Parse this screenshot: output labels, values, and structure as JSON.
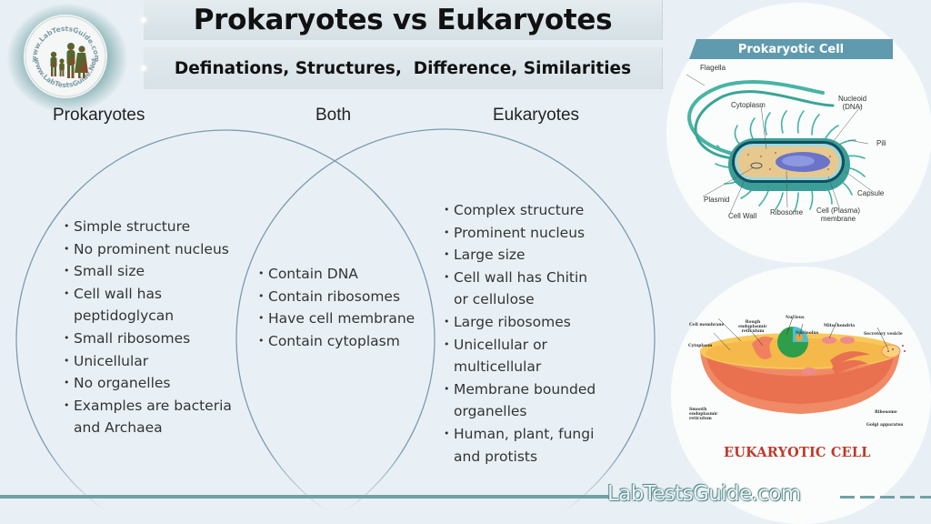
{
  "header": {
    "title": "Prokaryotes vs Eukaryotes",
    "subtitle": "Definations, Structures,  Difference, Similarities"
  },
  "logo": {
    "top_text": "www.LabTestsGuide.com",
    "bottom_text": "www.LabTestsGuide.Net",
    "icon": "family-silhouette-icon"
  },
  "venn": {
    "headings": {
      "left": "Prokaryotes",
      "middle": "Both",
      "right": "Eukaryotes"
    },
    "prokaryotes": [
      [
        "Simple structure"
      ],
      [
        "No prominent nucleus"
      ],
      [
        "Small size"
      ],
      [
        "Cell wall has",
        "peptidoglycan"
      ],
      [
        "Small ribosomes"
      ],
      [
        "Unicellular"
      ],
      [
        "No organelles"
      ],
      [
        "Examples are bacteria",
        "and Archaea"
      ]
    ],
    "both": [
      [
        "Contain DNA"
      ],
      [
        "Contain ribosomes"
      ],
      [
        "Have cell membrane"
      ],
      [
        "Contain cytoplasm"
      ]
    ],
    "eukaryotes": [
      [
        "Complex structure"
      ],
      [
        "Prominent nucleus"
      ],
      [
        "Large size"
      ],
      [
        "Cell wall has Chitin",
        "or cellulose"
      ],
      [
        "Large ribosomes"
      ],
      [
        "Unicellular or",
        "multicellular"
      ],
      [
        "Membrane bounded",
        "organelles"
      ],
      [
        "Human, plant, fungi",
        "and protists"
      ]
    ],
    "colors": {
      "circle_stroke": "#7b9cae",
      "divider": "#6fa3a4"
    }
  },
  "prokaryotic_cell": {
    "title": "Prokaryotic Cell",
    "labels": {
      "flagella": "Flagella",
      "cytoplasm": "Cytoplasm",
      "nucleoid_1": "Nucleoid",
      "nucleoid_2": "(DNA)",
      "pili": "Pili",
      "capsule": "Capsule",
      "plasmid": "Plasmid",
      "cell_wall": "Cell Wall",
      "ribosome": "Ribosome",
      "membrane_1": "Cell (Plasma)",
      "membrane_2": "membrane"
    },
    "banner_color": "#5f9aae"
  },
  "eukaryotic_cell": {
    "title": "EUKARYOTIC CELL",
    "labels": {
      "cell_membrane": "Cell membrane",
      "cytoplasm": "Cytoplasm",
      "rough_er": "Rough endoplasmic reticulum",
      "nucleus": "Nucleus",
      "nucleolus": "Nucleolus",
      "mitochondria": "Mitochondria",
      "secretory_vesicle": "Secretory vesicle",
      "smooth_er": "Smooth endoplasmic reticulum",
      "ribosome": "Ribosome",
      "golgi": "Golgi apparatus"
    },
    "title_color": "#c0392b"
  },
  "footer": {
    "watermark": "LabTestsGuide.com"
  }
}
